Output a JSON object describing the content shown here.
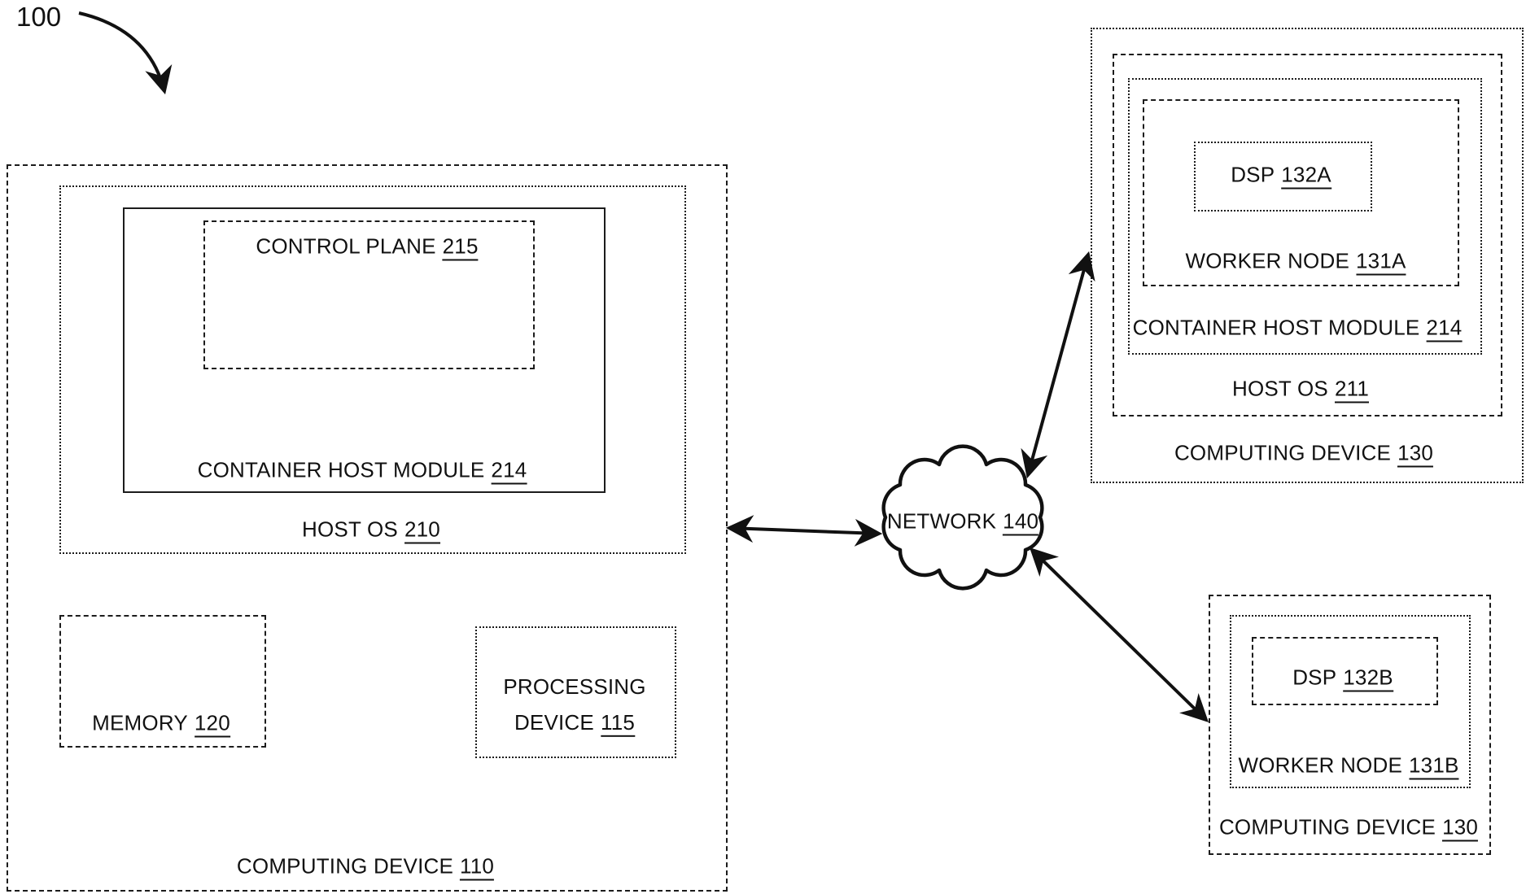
{
  "figure": {
    "ref": "100",
    "network": {
      "label": "NETWORK",
      "ref": "140"
    },
    "left_device": {
      "label": "COMPUTING DEVICE",
      "ref": "110",
      "host_os": {
        "label": "HOST OS",
        "ref": "210"
      },
      "container_host_module": {
        "label": "CONTAINER HOST MODULE",
        "ref": "214"
      },
      "control_plane": {
        "label": "CONTROL PLANE",
        "ref": "215"
      },
      "memory": {
        "label": "MEMORY",
        "ref": "120"
      },
      "processing_device": {
        "label_line1": "PROCESSING",
        "label_line2": "DEVICE",
        "ref": "115"
      }
    },
    "top_right_device": {
      "label": "COMPUTING DEVICE",
      "ref": "130",
      "host_os": {
        "label": "HOST OS",
        "ref": "211"
      },
      "container_host_module": {
        "label": "CONTAINER HOST MODULE",
        "ref": "214"
      },
      "worker_node": {
        "label": "WORKER NODE",
        "ref": "131A"
      },
      "dsp": {
        "label": "DSP",
        "ref": "132A"
      }
    },
    "bottom_right_device": {
      "label": "COMPUTING DEVICE",
      "ref": "130",
      "worker_node": {
        "label": "WORKER NODE",
        "ref": "131B"
      },
      "dsp": {
        "label": "DSP",
        "ref": "132B"
      }
    },
    "colors": {
      "line": "#111111",
      "background": "#ffffff"
    }
  }
}
